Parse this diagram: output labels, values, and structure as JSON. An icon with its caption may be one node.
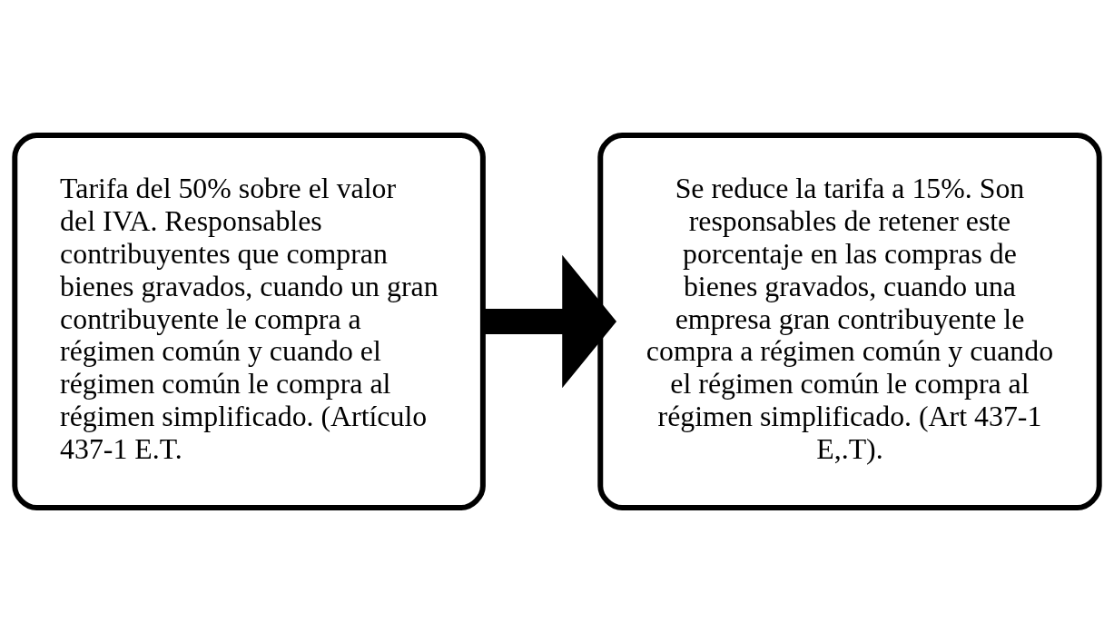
{
  "diagram": {
    "nodes": [
      {
        "text": [
          "Tarifa del 50% sobre el valor del IVA. Responsables contribuyentes que compran bienes gravados, cuando un gran contribuyente le compra a régimen común y cuando el régimen común le compra al régimen simplificado. (Artículo 437-1 E.T."
        ]
      },
      {
        "text": [
          "Se reduce la tarifa a 15%. Son responsables de retener este porcentaje en las compras de bienes gravados, cuando una empresa gran contribuyente le compra a régimen común y cuando el régimen común le compra al régimen simplificado. (Art 437-1 E,.T)."
        ]
      }
    ],
    "edges": [
      {
        "from": 0,
        "to": 1,
        "arrow": "to"
      }
    ]
  }
}
